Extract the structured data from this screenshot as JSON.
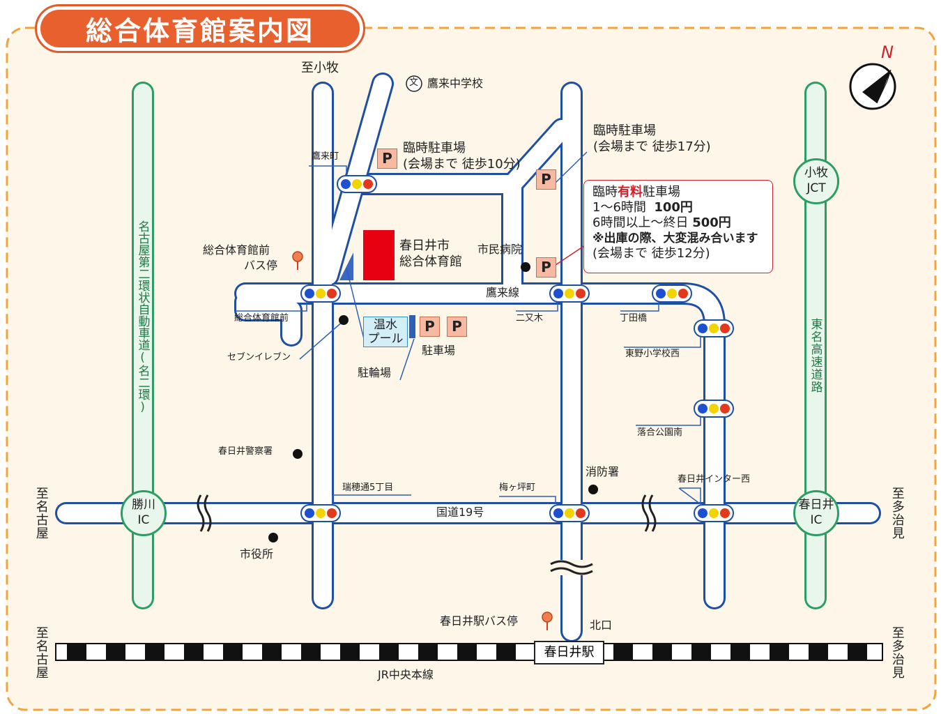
{
  "title": "総合体育館案内図",
  "colors": {
    "road_outline": "#1f4fa3",
    "expressway": "#2e9d63",
    "title_bg": "#e8602e",
    "paid_parking_red": "#d3202a",
    "gym_red": "#e60012"
  },
  "icons": [
    "compass-north-icon",
    "traffic-signal-icon",
    "bus-stop-icon",
    "school-icon",
    "parking-icon",
    "landmark-dot-icon"
  ],
  "compass": {
    "label": "N"
  },
  "directions": {
    "to_komaki": "至小牧",
    "to_nagoya": "至名古屋",
    "to_tajimi": "至多治見"
  },
  "expressways": {
    "meinikan": "名古屋第二環状自動車道(名二環)",
    "tomei": "東名高速道路",
    "komaki_jct": [
      "小牧",
      "JCT"
    ],
    "kachigawa_ic": [
      "勝川",
      "IC"
    ],
    "kasugai_ic": [
      "春日井",
      "IC"
    ]
  },
  "roads": {
    "takakisen": "鷹来線",
    "route19": "国道19号",
    "jr_line": "JR中央本線"
  },
  "intersections": {
    "takakicho": "鷹来町",
    "sogo_mae": "総合体育館前",
    "futamatagi": "二又木",
    "choudabashi": "丁田橋",
    "tounoshogakko_nishi": "東野小学校西",
    "ochiai_koen_minami": "落合公園南",
    "mizuho_5": "瑞穂通5丁目",
    "umegatsubo": "梅ヶ坪町",
    "kasugai_inter_nishi": "春日井インター西"
  },
  "landmarks": {
    "school": "鷹来中学校",
    "school_symbol": "文",
    "gym": [
      "春日井市",
      "総合体育館"
    ],
    "hospital": "市民病院",
    "seven_eleven": "セブンイレブン",
    "police": "春日井警察署",
    "fire": "消防署",
    "city_hall": "市役所",
    "bus_stop_gym": [
      "総合体育館前",
      "バス停"
    ],
    "bus_stop_station": "春日井駅バス停",
    "pool": [
      "温水",
      "プール"
    ],
    "bike_parking": "駐輪場",
    "parking": "駐車場",
    "station": "春日井駅",
    "north_exit": "北口"
  },
  "parking": {
    "symbol": "P",
    "temp1": [
      "臨時駐車場",
      "(会場まで 徒歩10分)"
    ],
    "temp2": [
      "臨時駐車場",
      "(会場まで 徒歩17分)"
    ],
    "paid": {
      "line1_a": "臨時",
      "line1_b": "有料",
      "line1_c": "駐車場",
      "line2_a": "1〜6時間",
      "line2_b": "100円",
      "line3_a": "6時間以上〜終日",
      "line3_b": "500円",
      "line4": "※出庫の際、大変混み合います",
      "line5": "(会場まで 徒歩12分)"
    }
  }
}
